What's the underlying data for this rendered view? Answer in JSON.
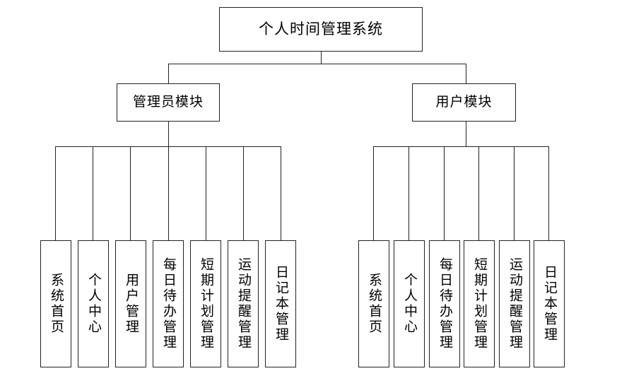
{
  "diagram": {
    "title": "个人时间管理系统",
    "type": "hierarchy-tree",
    "root": {
      "label": "个人时间管理系统"
    },
    "modules": [
      {
        "label": "管理员模块"
      },
      {
        "label": "用户模块"
      }
    ],
    "admin_leaves": [
      {
        "label": "系统首页"
      },
      {
        "label": "个人中心"
      },
      {
        "label": "用户管理"
      },
      {
        "label": "每日待办管理"
      },
      {
        "label": "短期计划管理"
      },
      {
        "label": "运动提醒管理"
      },
      {
        "label": "日记本管理"
      }
    ],
    "user_leaves": [
      {
        "label": "系统首页"
      },
      {
        "label": "个人中心"
      },
      {
        "label": "每日待办管理"
      },
      {
        "label": "短期计划管理"
      },
      {
        "label": "运动提醒管理"
      },
      {
        "label": "日记本管理"
      }
    ],
    "colors": {
      "background": "#ffffff",
      "border": "#222222",
      "text": "#000000",
      "line": "#222222"
    }
  }
}
